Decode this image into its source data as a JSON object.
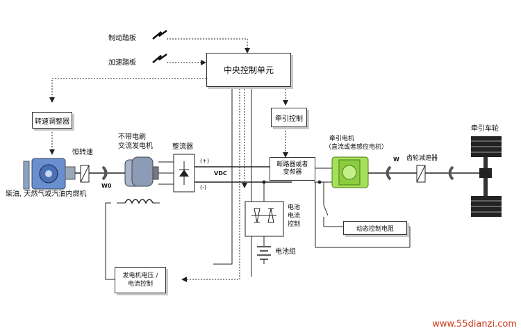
{
  "labels": {
    "brake_pedal": "制动踏板",
    "accel_pedal": "加速踏板",
    "central_control": "中央控制单元",
    "speed_regulator": "转速调整器",
    "constant_speed": "恒转速",
    "alternator_line1": "不带电刷",
    "alternator_line2": "交流发电机",
    "rectifier": "整流器",
    "plus": "(+)",
    "minus": "(-)",
    "vdc": "VDC",
    "traction_control": "牵引控制",
    "breaker_line1": "断路器或者",
    "breaker_line2": "变频器",
    "traction_motor_line1": "牵引电机",
    "traction_motor_line2": "（直流或者感应电机）",
    "gear_reducer": "齿轮减速器",
    "traction_wheel": "牵引车轮",
    "w_symbol": "W",
    "w0_symbol": "W0",
    "engine": "柴油, 天然气或汽油内燃机",
    "battery_ctrl_line1": "电池",
    "battery_ctrl_line2": "电流",
    "battery_ctrl_line3": "控制",
    "battery_pack": "电池组",
    "dynamic_resistor": "动态控制电阻",
    "gen_ctrl_line1": "发电机电压 /",
    "gen_ctrl_line2": "电流控制"
  },
  "watermark": "www.55dianzi.com"
}
